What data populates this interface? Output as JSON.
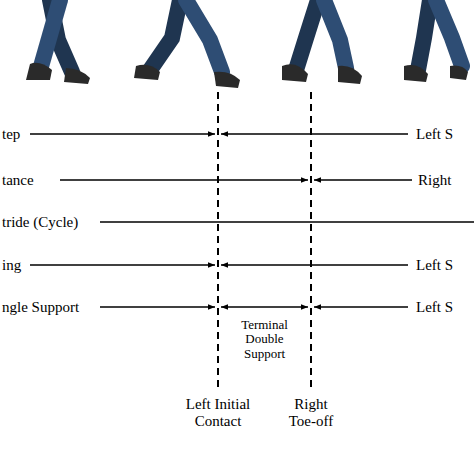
{
  "diagram": {
    "labels": [
      "tep",
      "Left S",
      "tance",
      "Right",
      "tride (Cycle)",
      "ing",
      "Left S",
      "ngle Support",
      "Left S",
      "Terminal Double Support",
      "Left Initial Contact",
      "Right Toe-off"
    ]
  }
}
